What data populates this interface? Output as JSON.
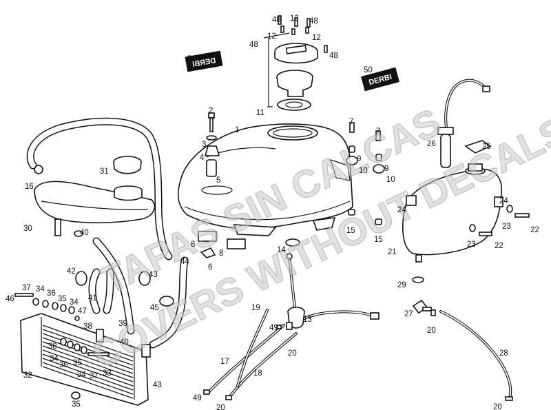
{
  "watermark": {
    "line1": "TAPAS SIN CALCAS",
    "line2": "COVERS WITHOUT DECALS"
  },
  "decals": [
    {
      "id": "decal-left",
      "text": "DERBI",
      "mirrored": true
    },
    {
      "id": "decal-right",
      "text": "DERBI",
      "mirrored": false
    }
  ],
  "callouts": [
    {
      "n": "48"
    },
    {
      "n": "12"
    },
    {
      "n": "48"
    },
    {
      "n": "12"
    },
    {
      "n": "12"
    },
    {
      "n": "48"
    },
    {
      "n": "48"
    },
    {
      "n": "50"
    },
    {
      "n": "50"
    },
    {
      "n": "11"
    },
    {
      "n": "2"
    },
    {
      "n": "1"
    },
    {
      "n": "3"
    },
    {
      "n": "4"
    },
    {
      "n": "5"
    },
    {
      "n": "7"
    },
    {
      "n": "7"
    },
    {
      "n": "9"
    },
    {
      "n": "10"
    },
    {
      "n": "9"
    },
    {
      "n": "10"
    },
    {
      "n": "26"
    },
    {
      "n": "25"
    },
    {
      "n": "31"
    },
    {
      "n": "16"
    },
    {
      "n": "30"
    },
    {
      "n": "40"
    },
    {
      "n": "24"
    },
    {
      "n": "24"
    },
    {
      "n": "23"
    },
    {
      "n": "22"
    },
    {
      "n": "23"
    },
    {
      "n": "22"
    },
    {
      "n": "15"
    },
    {
      "n": "15"
    },
    {
      "n": "21"
    },
    {
      "n": "8"
    },
    {
      "n": "8"
    },
    {
      "n": "6"
    },
    {
      "n": "14"
    },
    {
      "n": "42"
    },
    {
      "n": "43"
    },
    {
      "n": "44"
    },
    {
      "n": "41"
    },
    {
      "n": "45"
    },
    {
      "n": "37"
    },
    {
      "n": "34"
    },
    {
      "n": "36"
    },
    {
      "n": "46"
    },
    {
      "n": "35"
    },
    {
      "n": "34"
    },
    {
      "n": "47"
    },
    {
      "n": "38"
    },
    {
      "n": "39"
    },
    {
      "n": "40"
    },
    {
      "n": "38"
    },
    {
      "n": "34"
    },
    {
      "n": "36"
    },
    {
      "n": "35"
    },
    {
      "n": "34"
    },
    {
      "n": "37"
    },
    {
      "n": "33"
    },
    {
      "n": "32"
    },
    {
      "n": "43"
    },
    {
      "n": "35"
    },
    {
      "n": "19"
    },
    {
      "n": "13"
    },
    {
      "n": "49"
    },
    {
      "n": "20"
    },
    {
      "n": "17"
    },
    {
      "n": "18"
    },
    {
      "n": "49"
    },
    {
      "n": "20"
    },
    {
      "n": "29"
    },
    {
      "n": "27"
    },
    {
      "n": "20"
    },
    {
      "n": "28"
    },
    {
      "n": "20"
    }
  ]
}
